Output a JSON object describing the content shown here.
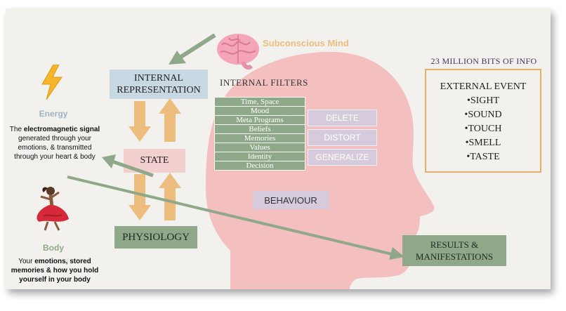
{
  "subconscious_label": "Subconscious Mind",
  "internal_representation": [
    "INTERNAL",
    "REPRESENTATION"
  ],
  "state": "STATE",
  "physiology": "PHYSIOLOGY",
  "internal_filters_title": "INTERNAL FILTERS",
  "filters": [
    "Time, Space",
    "Mood",
    "Meta Programs",
    "Beliefs",
    "Memories",
    "Values",
    "Identity",
    "Decision"
  ],
  "actions": [
    "DELETE",
    "DISTORT",
    "GENERALIZE"
  ],
  "behaviour": "BEHAVIOUR",
  "info_title": "23 MILLION BITS OF INFO",
  "external_event": {
    "title": "EXTERNAL EVENT",
    "items": [
      "•SIGHT",
      "•SOUND",
      "•TOUCH",
      "•SMELL",
      "•TASTE"
    ]
  },
  "results": [
    "RESULTS &",
    "MANIFESTATIONS"
  ],
  "energy": {
    "title": "Energy",
    "line1_pre": "The ",
    "line1_bold": "electromagnetic signal",
    "line2": "generated through your",
    "line3": "emotions, & transmitted",
    "line4": "through your heart & body"
  },
  "body_section": {
    "title": "Body",
    "line1_pre": "Your ",
    "line1_bold": "emotions, stored",
    "line2": "memories & how you hold",
    "line3": "yourself in your body"
  },
  "colors": {
    "sage": "#8fa889",
    "blue_box": "#c9d9e3",
    "pink_box": "#f2d0cf",
    "head": "#f4bfbf",
    "arrow_orange": "#ecbd7c",
    "lavender": "#d6cbdc",
    "gold": "#e7b067"
  }
}
